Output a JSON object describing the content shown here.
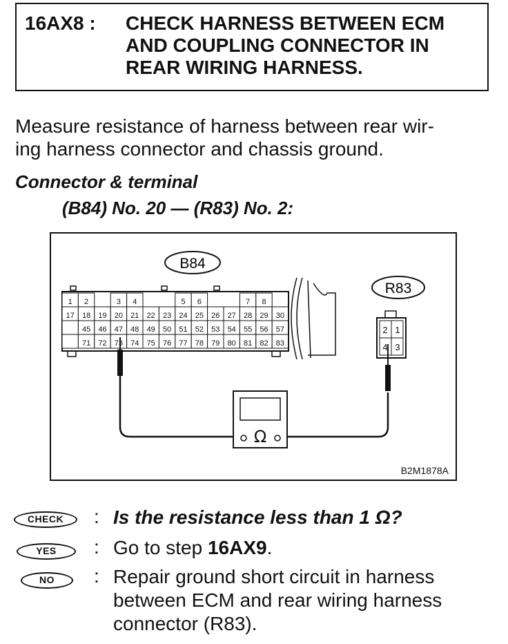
{
  "step": {
    "id": "16AX8 :",
    "title": "CHECK HARNESS BETWEEN ECM\nAND COUPLING CONNECTOR IN\nREAR WIRING HARNESS."
  },
  "instruction": "Measure resistance of harness between rear wir-\ning harness connector and chassis ground.",
  "connector_terminal": {
    "heading": "Connector & terminal",
    "spec": "(B84) No. 20 — (R83) No. 2:"
  },
  "figure": {
    "connector_b84": "B84",
    "connector_r83": "R83",
    "b84_pins": {
      "row1": [
        "1",
        "2",
        "",
        "3",
        "4",
        "",
        "",
        "5",
        "6",
        "",
        "",
        "7",
        "8",
        ""
      ],
      "row2": [
        "17",
        "18",
        "19",
        "20",
        "21",
        "22",
        "23",
        "24",
        "25",
        "26",
        "27",
        "28",
        "29",
        "30"
      ],
      "row3": [
        "",
        "45",
        "46",
        "47",
        "48",
        "49",
        "50",
        "51",
        "52",
        "53",
        "54",
        "55",
        "56",
        "57"
      ],
      "row4": [
        "",
        "71",
        "72",
        "73",
        "74",
        "75",
        "76",
        "77",
        "78",
        "79",
        "80",
        "81",
        "82",
        "83"
      ]
    },
    "r83_pins": {
      "row1": [
        "2",
        "1"
      ],
      "row2": [
        "4",
        "3"
      ]
    },
    "meter_symbol": "Ω",
    "figure_code": "B2M1878A"
  },
  "qa": {
    "check_label": "CHECK",
    "question": "Is the resistance less than 1 Ω?",
    "yes_label": "YES",
    "yes_prefix": "Go to step ",
    "yes_step": "16AX9",
    "yes_suffix": ".",
    "no_label": "NO",
    "no_action": "Repair ground short circuit in harness\nbetween ECM and rear wiring harness\nconnector (R83).",
    "separator": ":"
  }
}
